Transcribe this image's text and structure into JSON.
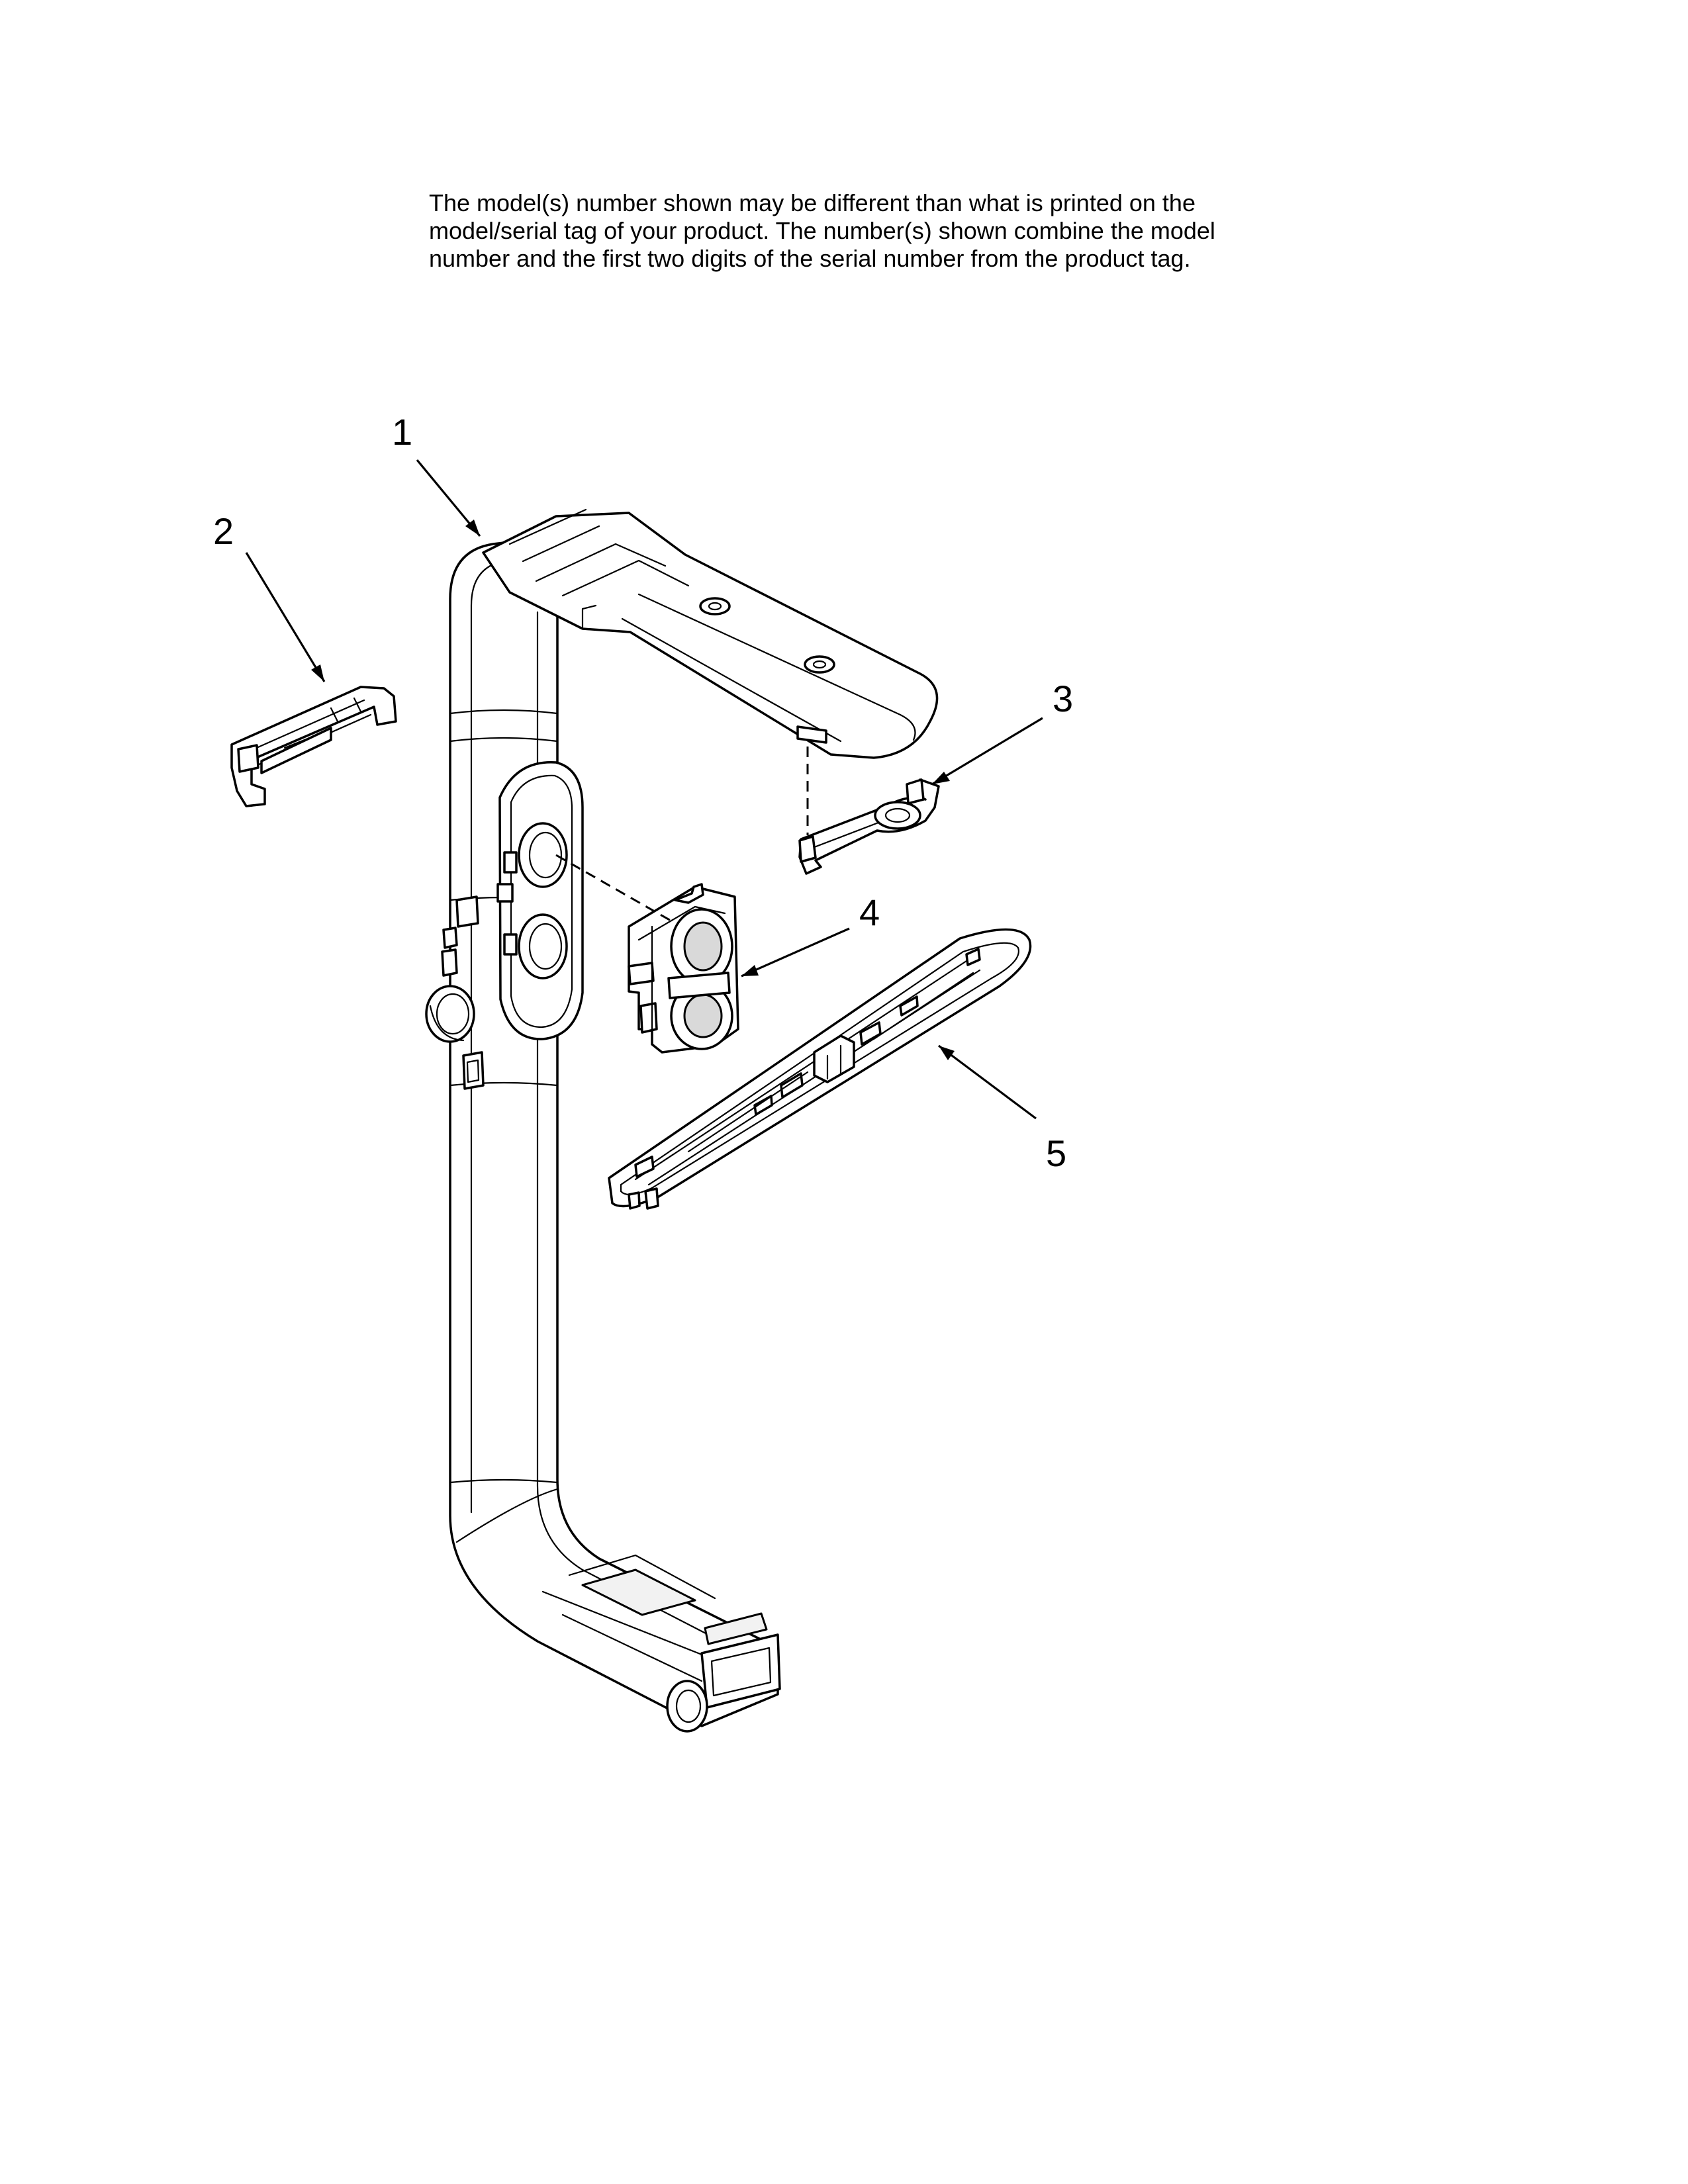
{
  "disclaimer": {
    "line1": "The model(s) number shown may be different than what is printed on the",
    "line2": "model/serial tag of your product. The number(s) shown combine the model",
    "line3": "number and the first two digits of the serial number from the product tag."
  },
  "callouts": [
    {
      "label": "1",
      "part": "conduit-assembly"
    },
    {
      "label": "2",
      "part": "retaining-clip"
    },
    {
      "label": "3",
      "part": "retainer-bracket"
    },
    {
      "label": "4",
      "part": "seal-housing"
    },
    {
      "label": "5",
      "part": "spray-manifold"
    }
  ],
  "colors": {
    "line": "#000000",
    "background": "#ffffff"
  }
}
